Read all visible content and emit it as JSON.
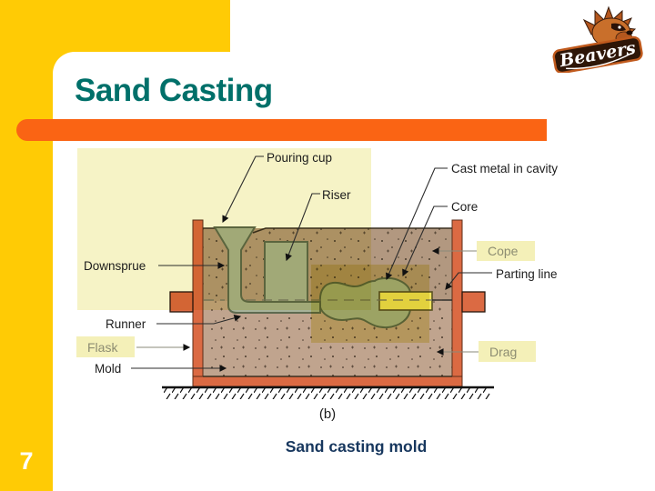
{
  "slide": {
    "title": "Sand Casting",
    "page_number": "7",
    "figure_label": "(b)",
    "caption": "Sand casting mold"
  },
  "logo": {
    "name": "beavers-logo",
    "banner_text": "Beavers"
  },
  "diagram": {
    "labels": {
      "pouring_cup": "Pouring cup",
      "riser": "Riser",
      "cast_metal": "Cast metal in cavity",
      "core": "Core",
      "downsprue": "Downsprue",
      "cope": "Cope",
      "parting_line": "Parting line",
      "runner": "Runner",
      "flask": "Flask",
      "mold": "Mold",
      "drag": "Drag"
    }
  },
  "colors": {
    "accent_yellow": "#FFCB05",
    "accent_orange": "#FA6414",
    "title_teal": "#00706A",
    "caption_navy": "#17375E",
    "highlight_pale_yellow": "#F6F3C6",
    "highlight_box": "#F4F0B8",
    "sand_cope": "#B29880",
    "sand_drag": "#C0A48E",
    "flask_orange": "#DB6A43",
    "mold_cavity_green": "#A7B299",
    "core_yellow": "#F2E55F"
  }
}
